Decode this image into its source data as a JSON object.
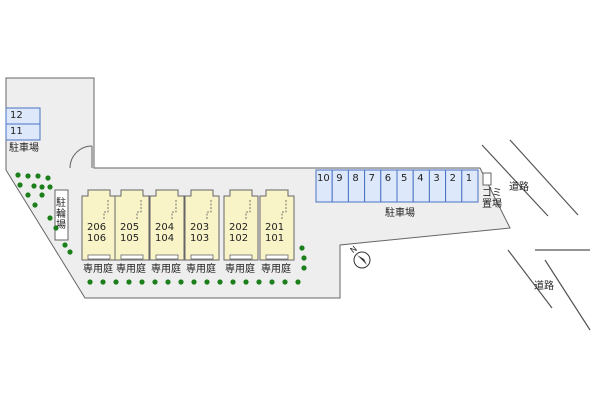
{
  "colors": {
    "lot": "#eeeeee",
    "outline": "#666666",
    "building": "#f8f4c8",
    "parking": "#dde8fa",
    "parking_border": "#4a72c4",
    "tree": "#1c7f1c"
  },
  "parking_left": {
    "stalls": [
      "12",
      "11"
    ],
    "label": "駐車場"
  },
  "parking_right": {
    "stalls": [
      "10",
      "9",
      "8",
      "7",
      "6",
      "5",
      "4",
      "3",
      "2",
      "1"
    ],
    "label": "駐車場"
  },
  "bike_parking": {
    "label": "駐輪場"
  },
  "garbage": {
    "label": "ゴミ置場"
  },
  "units": [
    {
      "upper": "206",
      "lower": "106",
      "garden": "専用庭"
    },
    {
      "upper": "205",
      "lower": "105",
      "garden": "専用庭"
    },
    {
      "upper": "204",
      "lower": "104",
      "garden": "専用庭"
    },
    {
      "upper": "203",
      "lower": "103",
      "garden": "専用庭"
    },
    {
      "upper": "202",
      "lower": "102",
      "garden": "専用庭"
    },
    {
      "upper": "201",
      "lower": "101",
      "garden": "専用庭"
    }
  ],
  "roads": [
    {
      "label": "道路"
    },
    {
      "label": "道路"
    }
  ],
  "compass": {
    "label": "N"
  }
}
